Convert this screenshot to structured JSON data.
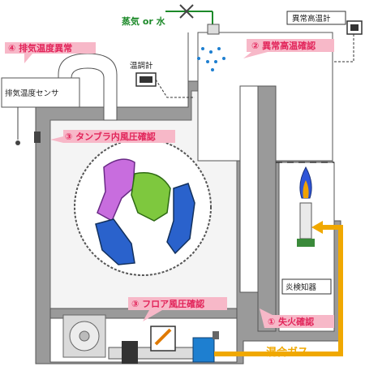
{
  "supply": {
    "label": "蒸気 or 水"
  },
  "labels": {
    "thermometer_high": "異常高温計",
    "thermostat": "温調計",
    "exhaust_sensor": "排気温度センサ",
    "flame_detector": "炎検知器",
    "mixed_gas": "混合ガス"
  },
  "callouts": [
    {
      "id": "exhaust",
      "text": "④ 排気温度異常"
    },
    {
      "id": "high-temp",
      "text": "② 異常高温確認"
    },
    {
      "id": "tumbler",
      "text": "③ タンブラ内風圧確認"
    },
    {
      "id": "floor",
      "text": "③ フロア風圧確認"
    },
    {
      "id": "flame-out",
      "text": "① 失火確認"
    }
  ],
  "colors": {
    "body": "#9a9a9a",
    "inner": "#f2f2f2",
    "callout_fill": "#f7b8c8",
    "callout_text": "#e2245a",
    "supply_green": "#1d8a2a",
    "gas_orange": "#f0a800",
    "pipe_blue": "#1e7fd0"
  },
  "icons": [
    "valve-icon",
    "sprinkler-icon",
    "meter-icon",
    "sensor-icon",
    "burner-icon",
    "fan-icon",
    "pipe-icon"
  ]
}
